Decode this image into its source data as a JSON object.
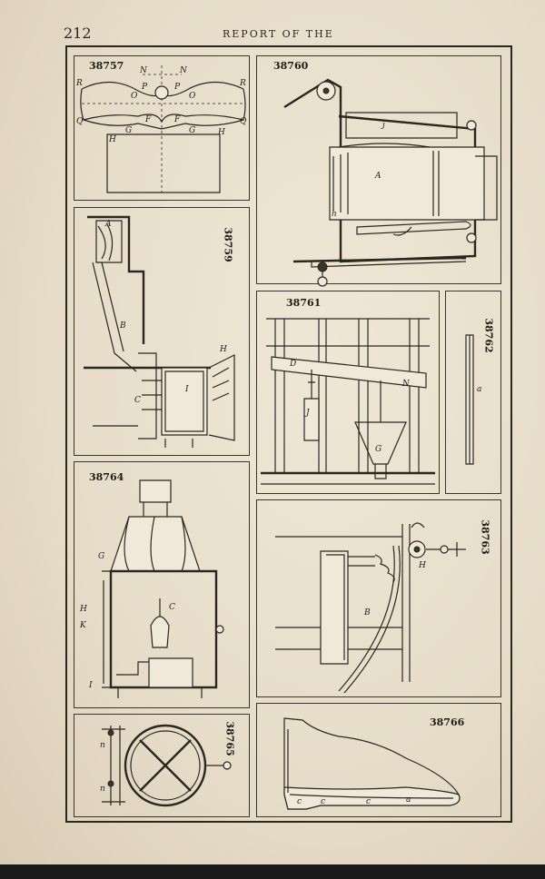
{
  "header": {
    "page_number": "212",
    "title": "REPORT OF THE"
  },
  "figures": {
    "fig_38757": {
      "number": "38757",
      "labels": [
        "N",
        "N",
        "P",
        "P",
        "O",
        "O",
        "R",
        "R",
        "Q",
        "Q",
        "F",
        "F",
        "G",
        "G",
        "H",
        "H"
      ]
    },
    "fig_38760": {
      "number": "38760",
      "labels": [
        "j",
        "A",
        "h"
      ]
    },
    "fig_38759": {
      "number": "38759",
      "labels": [
        "A",
        "B",
        "C",
        "H",
        "I"
      ]
    },
    "fig_38761": {
      "number": "38761",
      "labels": [
        "D",
        "J",
        "N",
        "G"
      ]
    },
    "fig_38762": {
      "number": "38762",
      "labels": [
        "a"
      ]
    },
    "fig_38764": {
      "number": "38764",
      "labels": [
        "G",
        "H",
        "K",
        "C",
        "I"
      ]
    },
    "fig_38763": {
      "number": "38763",
      "labels": [
        "H",
        "B"
      ]
    },
    "fig_38765": {
      "number": "38765",
      "labels": [
        "n",
        "n"
      ]
    },
    "fig_38766": {
      "number": "38766",
      "labels": [
        "c",
        "c",
        "c",
        "a"
      ]
    }
  }
}
